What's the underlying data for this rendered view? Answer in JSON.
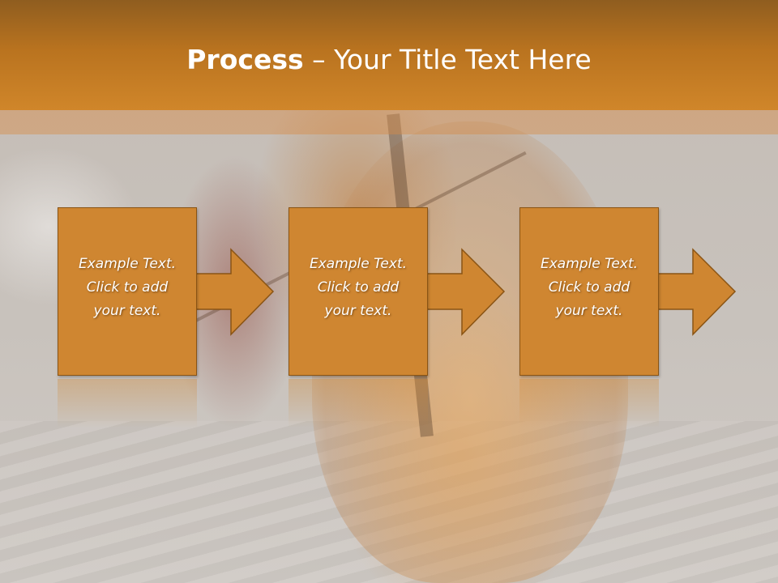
{
  "slide": {
    "title_bold": "Process",
    "title_rest": " – Your Title Text Here",
    "colors": {
      "header": "#c37b25",
      "box": "#cf8631",
      "box_border": "#8a5414"
    },
    "steps": [
      {
        "line1": "Example Text.",
        "line2": "Click  to add",
        "line3": "your text."
      },
      {
        "line1": "Example Text.",
        "line2": "Click  to add",
        "line3": "your text."
      },
      {
        "line1": "Example Text.",
        "line2": "Click  to add",
        "line3": "your text."
      }
    ]
  }
}
